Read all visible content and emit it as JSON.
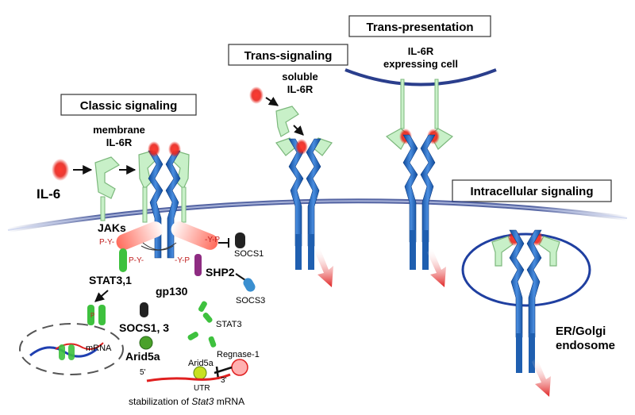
{
  "headings": {
    "classic": "Classic signaling",
    "trans_signaling": "Trans-signaling",
    "trans_presentation": "Trans-presentation",
    "intracellular": "Intracellular signaling"
  },
  "labels": {
    "il6": "IL-6",
    "membrane_1": "membrane",
    "membrane_2": "IL-6R",
    "soluble_1": "soluble",
    "soluble_2": "IL-6R",
    "expressing_1": "IL-6R",
    "expressing_2": "expressing cell",
    "jaks": "JAKs",
    "gp130": "gp130",
    "shp2": "SHP2",
    "socs1": "SOCS1",
    "socs3": "SOCS3",
    "stat31": "STAT3,1",
    "socs13": "SOCS1, 3",
    "arid5a": "Arid5a",
    "mrna": "mRNA",
    "stat3": "STAT3",
    "arid5a_small": "Arid5a",
    "regnase": "Regnase-1",
    "utr": "UTR",
    "five_prime": "5'",
    "three_prime": "3'",
    "stab_prefix": "stabilization of ",
    "stab_gene": "Stat3",
    "stab_suffix": " mRNA",
    "er_1": "ER/Golgi",
    "er_2": "endosome",
    "py": "P-Y-",
    "yp": "-Y-P",
    "ph": "P"
  },
  "colors": {
    "gp130": "#1f5fb0",
    "il6r": "#c8f0c8",
    "il6r_stroke": "#7cb87c",
    "il6": "#e8251d",
    "membrane": "#2a3e8c",
    "stat3": "#3ec13e",
    "shp2": "#8e2c82",
    "arrow_red": "#e02020"
  }
}
